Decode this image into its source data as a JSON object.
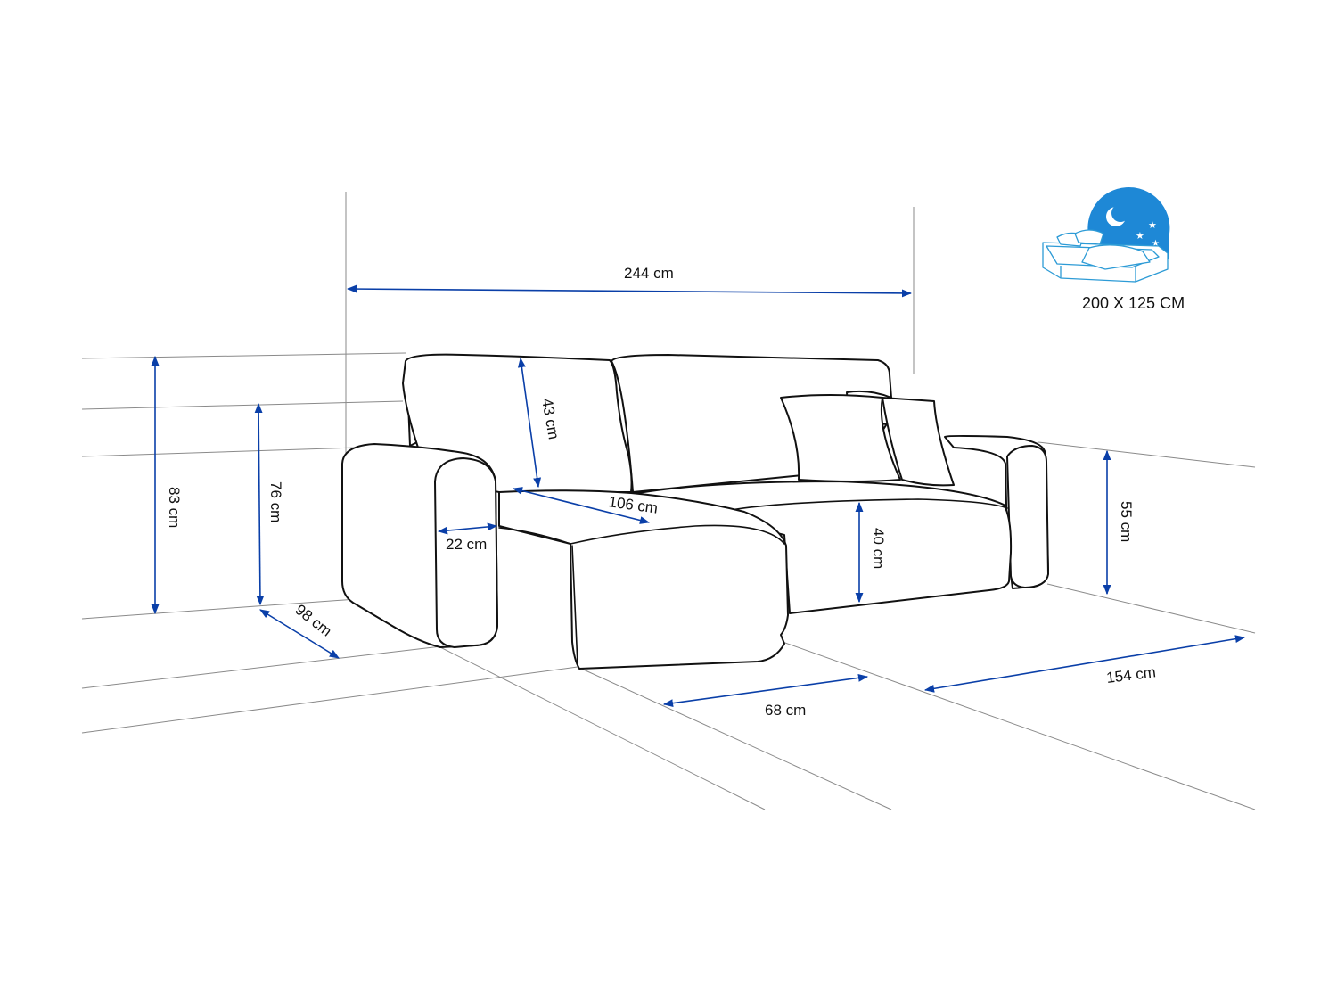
{
  "diagram": {
    "dimensions": {
      "total_width": "244 cm",
      "total_height": "83 cm",
      "back_height": "76 cm",
      "depth_side": "98 cm",
      "cushion_height": "43 cm",
      "chaise_length": "106 cm",
      "armrest_width": "22 cm",
      "seat_height": "40 cm",
      "armrest_height": "55 cm",
      "chaise_width": "68 cm",
      "sofa_depth": "154 cm"
    },
    "sleep_badge": {
      "label": "200 X 125 CM",
      "icon": "bed-night-icon"
    },
    "colors": {
      "dimension_line": "#0a3fa8",
      "badge_accent": "#1e88d6"
    }
  }
}
